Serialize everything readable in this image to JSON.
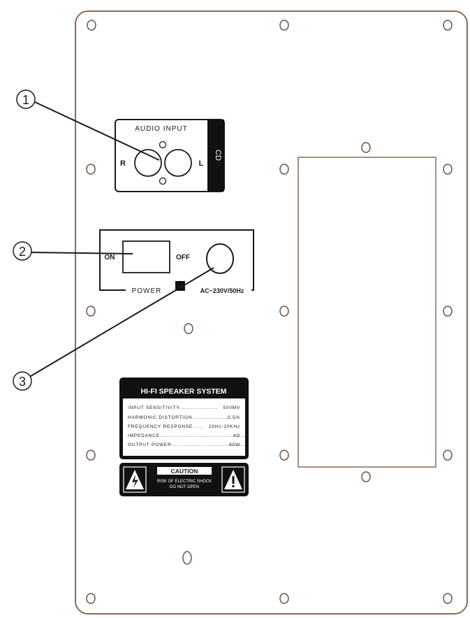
{
  "callouts": [
    "1",
    "2",
    "3"
  ],
  "audio_input": {
    "title": "AUDIO INPUT",
    "left_channel": "L",
    "right_channel": "R",
    "side_tab": "CD"
  },
  "power": {
    "on_label": "ON",
    "off_label": "OFF",
    "title": "POWER",
    "rating": "AC~230V/50Hz"
  },
  "spec_plate": {
    "title": "HI-FI SPEAKER SYSTEM",
    "rows": [
      {
        "label": "INPUT SENSITIVITY.....................",
        "value": "500MV"
      },
      {
        "label": "HARMONIC DISTORTION.........................",
        "value": "0.5%"
      },
      {
        "label": "FREQUENCY RESPONSE.....",
        "value": "20Hz-20KHz"
      },
      {
        "label": "IMPEDANCE..................................................",
        "value": "4Ω"
      },
      {
        "label": "OUTPUT POWER..........................................",
        "value": "80W"
      }
    ]
  },
  "caution": {
    "title": "CAUTION",
    "line1": "RISK OF ELECTRIC SHOCK",
    "line2": "DO NOT OPEN"
  },
  "colors": {
    "panel_outline": "#8a6a5a",
    "ink": "#1a1a1a",
    "plate_bg": "#111111"
  }
}
